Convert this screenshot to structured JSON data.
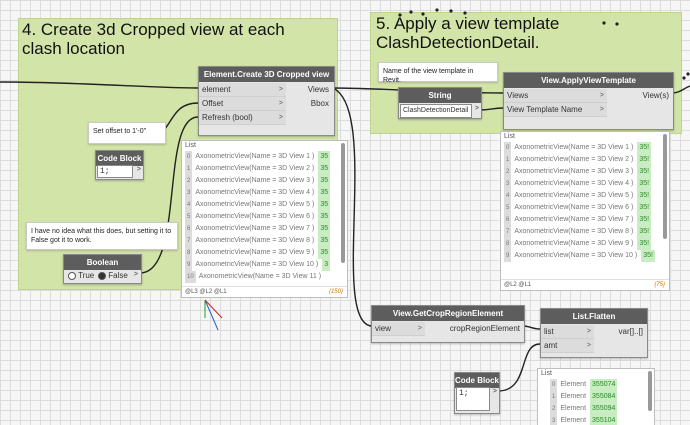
{
  "groups": {
    "left_title": "4. Create 3d Cropped view at each clash location",
    "right_title": "5. Apply a view template ClashDetectionDetail."
  },
  "notes": {
    "offset_note": "Set offset to 1'-0\"",
    "boolean_note": "I have no idea what this does, but setting it to False got it to work.",
    "template_note": "Name of the view template in Revit."
  },
  "nodes": {
    "create_view": {
      "title": "Element.Create 3D Cropped view",
      "inputs": [
        "element",
        "Offset",
        "Refresh (bool)"
      ],
      "outputs": [
        "Views",
        "Bbox"
      ]
    },
    "code_block_1": {
      "title": "Code Block",
      "code": "1;"
    },
    "boolean": {
      "title": "Boolean",
      "opt_true": "True",
      "opt_false": "False"
    },
    "string": {
      "title": "String",
      "value": "ClashDetectionDetail"
    },
    "apply_template": {
      "title": "View.ApplyViewTemplate",
      "inputs": [
        "Views",
        "View Template Name"
      ],
      "outputs": [
        "View(s)"
      ]
    },
    "get_crop": {
      "title": "View.GetCropRegionElement",
      "inputs": [
        "view"
      ],
      "outputs": [
        "cropRegionElement"
      ]
    },
    "flatten": {
      "title": "List.Flatten",
      "inputs": [
        "list",
        "amt"
      ],
      "outputs": [
        "var[]..[]"
      ]
    },
    "code_block_2": {
      "title": "Code Block",
      "code": "1;"
    }
  },
  "watch_left": {
    "header": "List",
    "items": [
      {
        "idx": "0",
        "text": "AxonometricView(Name = 3D View 1 )",
        "id": "35"
      },
      {
        "idx": "1",
        "text": "AxonometricView(Name = 3D View 2 )",
        "id": "35"
      },
      {
        "idx": "2",
        "text": "AxonometricView(Name = 3D View 3 )",
        "id": "35"
      },
      {
        "idx": "3",
        "text": "AxonometricView(Name = 3D View 4 )",
        "id": "35"
      },
      {
        "idx": "4",
        "text": "AxonometricView(Name = 3D View 5 )",
        "id": "35"
      },
      {
        "idx": "5",
        "text": "AxonometricView(Name = 3D View 6 )",
        "id": "35"
      },
      {
        "idx": "6",
        "text": "AxonometricView(Name = 3D View 7 )",
        "id": "35"
      },
      {
        "idx": "7",
        "text": "AxonometricView(Name = 3D View 8 )",
        "id": "35"
      },
      {
        "idx": "8",
        "text": "AxonometricView(Name = 3D View 9 )",
        "id": "35"
      },
      {
        "idx": "9",
        "text": "AxonometricView(Name = 3D View 10 )",
        "id": "3"
      },
      {
        "idx": "10",
        "text": "AxonometricView(Name = 3D View 11 )",
        "id": ""
      }
    ],
    "footer": "@L3 @L2 @L1",
    "count": "{150}"
  },
  "watch_right": {
    "header": "List",
    "items": [
      {
        "idx": "0",
        "text": "AxonometricView(Name = 3D View 1 )",
        "id": "35!"
      },
      {
        "idx": "1",
        "text": "AxonometricView(Name = 3D View 2 )",
        "id": "35!"
      },
      {
        "idx": "2",
        "text": "AxonometricView(Name = 3D View 3 )",
        "id": "35!"
      },
      {
        "idx": "3",
        "text": "AxonometricView(Name = 3D View 4 )",
        "id": "35!"
      },
      {
        "idx": "4",
        "text": "AxonometricView(Name = 3D View 5 )",
        "id": "35!"
      },
      {
        "idx": "5",
        "text": "AxonometricView(Name = 3D View 6 )",
        "id": "35!"
      },
      {
        "idx": "6",
        "text": "AxonometricView(Name = 3D View 7 )",
        "id": "35!"
      },
      {
        "idx": "7",
        "text": "AxonometricView(Name = 3D View 8 )",
        "id": "35!"
      },
      {
        "idx": "8",
        "text": "AxonometricView(Name = 3D View 9 )",
        "id": "35!"
      },
      {
        "idx": "9",
        "text": "AxonometricView(Name = 3D View 10 )",
        "id": "35!"
      }
    ],
    "footer": "@L2 @L1",
    "count": "{75}"
  },
  "watch_bottom": {
    "header": "List",
    "items": [
      {
        "idx": "0",
        "text": "Element",
        "id": "355074"
      },
      {
        "idx": "1",
        "text": "Element",
        "id": "355084"
      },
      {
        "idx": "2",
        "text": "Element",
        "id": "355094"
      },
      {
        "idx": "3",
        "text": "Element",
        "id": "355104"
      }
    ]
  },
  "colors": {
    "group_fill": "#d3e4a9",
    "node_header": "#5d5d5d",
    "element_id_fill": "#c9ecc3",
    "element_id_text": "#2c8a28",
    "count_text": "#d07a00"
  }
}
